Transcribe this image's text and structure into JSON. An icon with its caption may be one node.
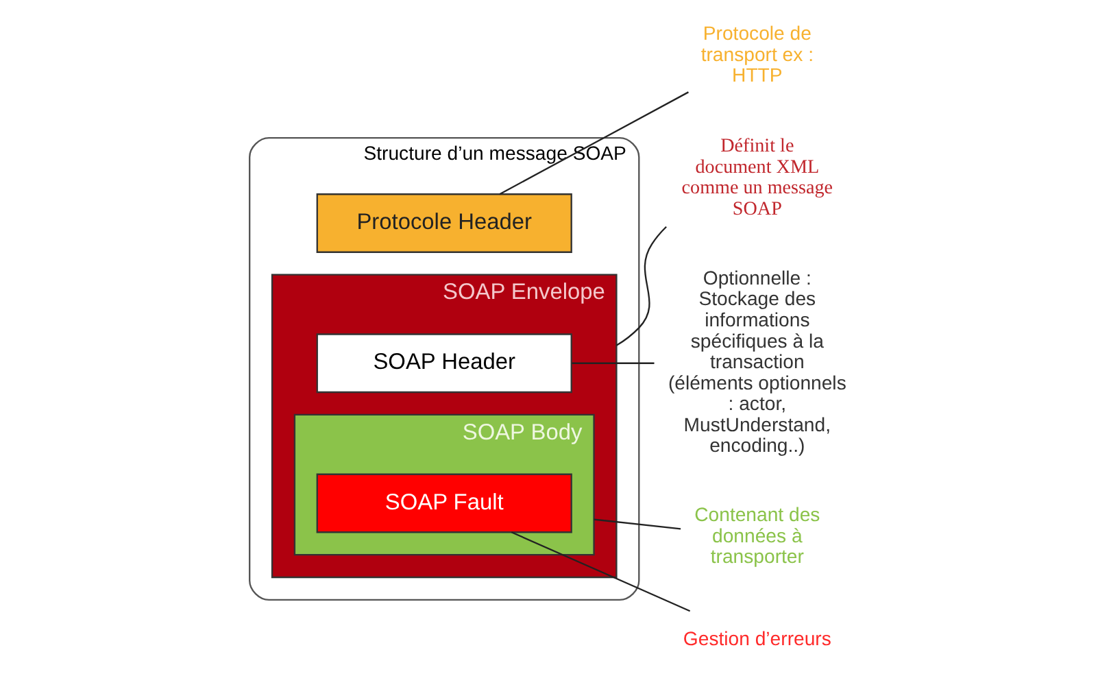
{
  "diagram": {
    "nodes": [
      {
        "text": [
          "Structure d’un message SOAP"
        ]
      },
      {
        "text": [
          "Protocole Header"
        ],
        "in": 0
      },
      {
        "text": [
          "SOAP Envelope"
        ],
        "in": 0
      },
      {
        "text": [
          "SOAP Header"
        ],
        "in": 2
      },
      {
        "text": [
          "SOAP Body"
        ],
        "in": 2
      },
      {
        "text": [
          "SOAP Fault"
        ],
        "in": 4
      },
      {
        "text": [
          "Protocole de transport ex : HTTP"
        ]
      },
      {
        "text": [
          "Définit le document XML comme un message SOAP"
        ]
      },
      {
        "text": [
          "Optionnelle : Stockage des informations spécifiques à la transaction (éléments optionnels : actor, MustUnderstand, encoding..)"
        ]
      },
      {
        "text": [
          "Contenant des données à transporter"
        ]
      },
      {
        "text": [
          "Gestion d’erreurs"
        ]
      }
    ],
    "edges": [
      {
        "from": 6,
        "to": 1,
        "arrow": "none"
      },
      {
        "from": 7,
        "to": 2,
        "arrow": "none"
      },
      {
        "from": 8,
        "to": 3,
        "arrow": "none"
      },
      {
        "from": 9,
        "to": 4,
        "arrow": "none"
      },
      {
        "from": 10,
        "to": 5,
        "arrow": "none"
      }
    ]
  }
}
